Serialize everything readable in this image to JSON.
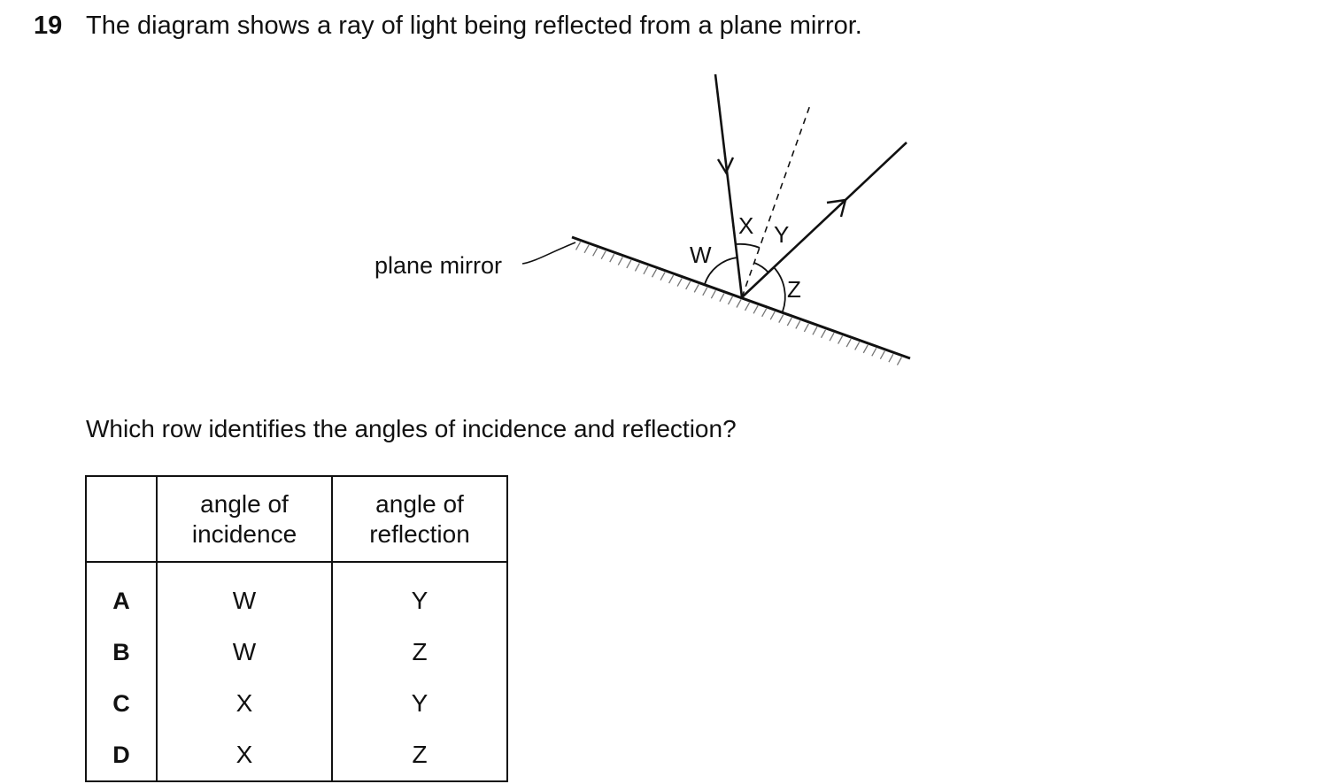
{
  "question": {
    "number": "19",
    "text": "The diagram shows a ray of light being reflected from a plane mirror."
  },
  "diagram": {
    "mirror_label": "plane mirror",
    "angle_labels": {
      "w": "W",
      "x": "X",
      "y": "Y",
      "z": "Z"
    }
  },
  "prompt": "Which row identifies the angles of incidence and reflection?",
  "table": {
    "headers": [
      "",
      [
        "angle of",
        "incidence"
      ],
      [
        "angle of",
        "reflection"
      ]
    ],
    "rows": [
      {
        "key": "A",
        "incidence": "W",
        "reflection": "Y"
      },
      {
        "key": "B",
        "incidence": "W",
        "reflection": "Z"
      },
      {
        "key": "C",
        "incidence": "X",
        "reflection": "Y"
      },
      {
        "key": "D",
        "incidence": "X",
        "reflection": "Z"
      }
    ]
  }
}
